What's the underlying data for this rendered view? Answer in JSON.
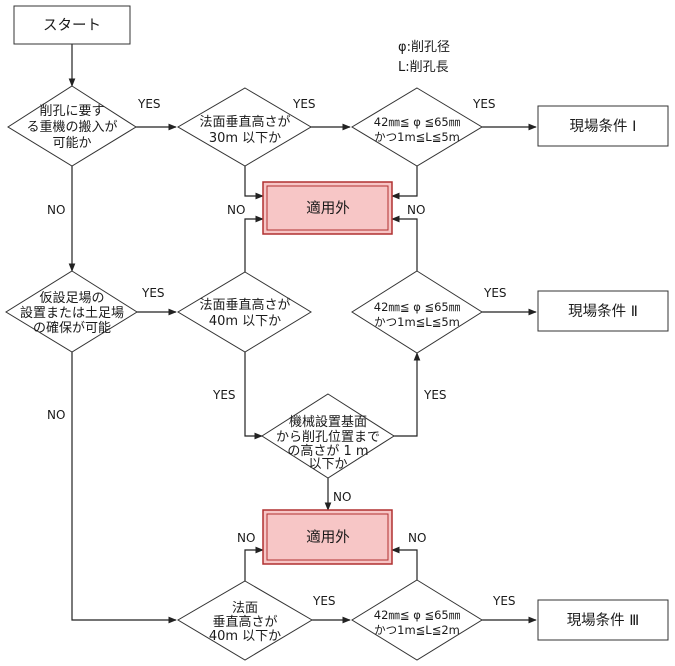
{
  "start": "スタート",
  "legend": [
    "φ:削孔径",
    "L:削孔長"
  ],
  "yes": "YES",
  "no": "NO",
  "decisions": {
    "heavy": [
      "削孔に要す",
      "る重機の搬入が",
      "可能か"
    ],
    "slope1": [
      "法面垂直高さが",
      "30m 以下か"
    ],
    "cond1": [
      "42㎜≦ φ ≦65㎜",
      "かつ1m≦L≦5m"
    ],
    "scaffold": [
      "仮設足場の",
      "設置または土足場",
      "の確保が可能"
    ],
    "slope2": [
      "法面垂直高さが",
      "40m 以下か"
    ],
    "cond2": [
      "42㎜≦ φ ≦65㎜",
      "かつ1m≦L≦5m"
    ],
    "machine": [
      "機械設置基面",
      "から削孔位置まで",
      "の高さが 1 m",
      "以下か"
    ],
    "slope3": [
      "法面",
      "垂直高さが",
      "40m 以下か"
    ],
    "cond3": [
      "42㎜≦ φ ≦65㎜",
      "かつ1m≦L≦2m"
    ]
  },
  "results": {
    "r1": "現場条件 Ⅰ",
    "r2": "現場条件 Ⅱ",
    "r3": "現場条件 Ⅲ",
    "na": "適用外"
  },
  "colors": {
    "na_fill": "#f7c6c6",
    "na_stroke": "#b03030",
    "line": "#222222"
  }
}
